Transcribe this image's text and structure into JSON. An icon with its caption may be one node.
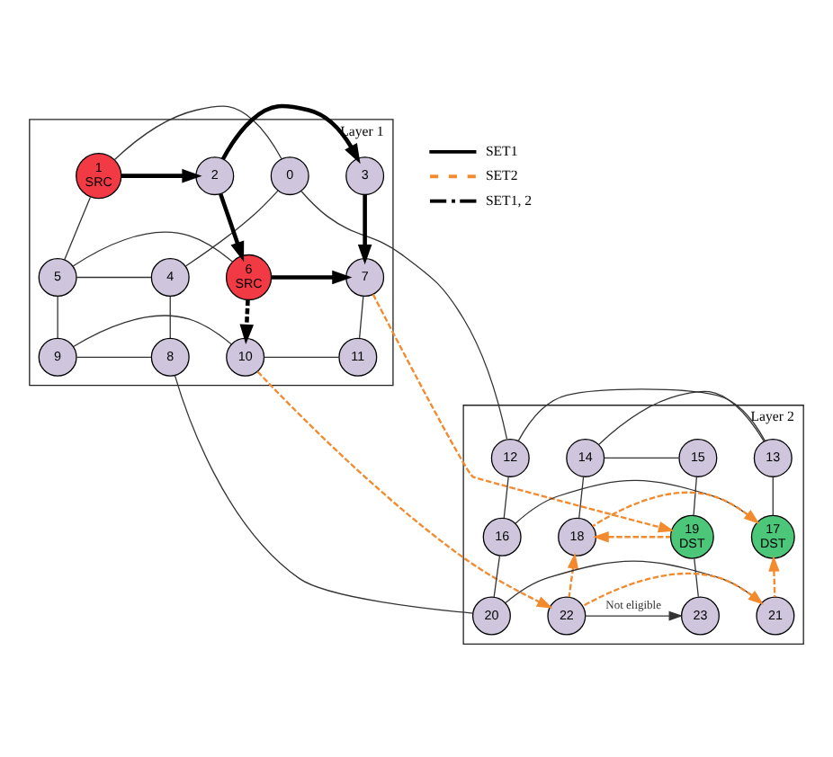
{
  "diagram": {
    "nodes": [
      {
        "text": [
          "Layer 1"
        ]
      },
      {
        "text": [
          "0"
        ],
        "in": 0
      },
      {
        "text": [
          "1",
          "SRC"
        ],
        "in": 0
      },
      {
        "text": [
          "2"
        ],
        "in": 0
      },
      {
        "text": [
          "3"
        ],
        "in": 0
      },
      {
        "text": [
          "4"
        ],
        "in": 0
      },
      {
        "text": [
          "5"
        ],
        "in": 0
      },
      {
        "text": [
          "6",
          "SRC"
        ],
        "in": 0
      },
      {
        "text": [
          "7"
        ],
        "in": 0
      },
      {
        "text": [
          "8"
        ],
        "in": 0
      },
      {
        "text": [
          "9"
        ],
        "in": 0
      },
      {
        "text": [
          "10"
        ],
        "in": 0
      },
      {
        "text": [
          "11"
        ],
        "in": 0
      },
      {
        "text": [
          "Layer 2"
        ]
      },
      {
        "text": [
          "12"
        ],
        "in": 13
      },
      {
        "text": [
          "13"
        ],
        "in": 13
      },
      {
        "text": [
          "14"
        ],
        "in": 13
      },
      {
        "text": [
          "15"
        ],
        "in": 13
      },
      {
        "text": [
          "16"
        ],
        "in": 13
      },
      {
        "text": [
          "17",
          "DST"
        ],
        "in": 13
      },
      {
        "text": [
          "18"
        ],
        "in": 13
      },
      {
        "text": [
          "19",
          "DST"
        ],
        "in": 13
      },
      {
        "text": [
          "20"
        ],
        "in": 13
      },
      {
        "text": [
          "21"
        ],
        "in": 13
      },
      {
        "text": [
          "22"
        ],
        "in": 13
      },
      {
        "text": [
          "23"
        ],
        "in": 13
      }
    ],
    "edges": [
      {
        "from": 1,
        "to": 2,
        "arrow": "none"
      },
      {
        "from": 2,
        "to": 3,
        "arrow": "to",
        "style": "thick"
      },
      {
        "from": 3,
        "to": 4,
        "arrow": "to",
        "style": "thick"
      },
      {
        "from": 1,
        "to": 5,
        "arrow": "none"
      },
      {
        "from": 2,
        "to": 6,
        "arrow": "none"
      },
      {
        "from": 3,
        "to": 7,
        "arrow": "to",
        "style": "thick"
      },
      {
        "from": 4,
        "to": 8,
        "arrow": "to",
        "style": "thick"
      },
      {
        "from": 5,
        "to": 6,
        "arrow": "none"
      },
      {
        "from": 6,
        "to": 7,
        "arrow": "none"
      },
      {
        "from": 7,
        "to": 8,
        "arrow": "to",
        "style": "thick"
      },
      {
        "from": 5,
        "to": 9,
        "arrow": "none"
      },
      {
        "from": 6,
        "to": 10,
        "arrow": "none"
      },
      {
        "from": 7,
        "to": 11,
        "arrow": "to",
        "style": "dashed"
      },
      {
        "from": 8,
        "to": 12,
        "arrow": "none"
      },
      {
        "from": 9,
        "to": 10,
        "arrow": "none"
      },
      {
        "from": 10,
        "to": 11,
        "arrow": "none"
      },
      {
        "from": 11,
        "to": 12,
        "arrow": "none"
      },
      {
        "from": 1,
        "to": 14,
        "arrow": "none"
      },
      {
        "from": 9,
        "to": 22,
        "arrow": "none"
      },
      {
        "from": 11,
        "to": 24,
        "arrow": "to",
        "style": "dashed",
        "color": "#f28a2e"
      },
      {
        "from": 8,
        "to": 21,
        "arrow": "to",
        "style": "dashed",
        "color": "#f28a2e"
      },
      {
        "from": 14,
        "to": 15,
        "arrow": "none"
      },
      {
        "from": 15,
        "to": 16,
        "arrow": "none"
      },
      {
        "from": 16,
        "to": 17,
        "arrow": "none"
      },
      {
        "from": 14,
        "to": 18,
        "arrow": "none"
      },
      {
        "from": 15,
        "to": 19,
        "arrow": "none"
      },
      {
        "from": 16,
        "to": 20,
        "arrow": "none"
      },
      {
        "from": 17,
        "to": 21,
        "arrow": "none"
      },
      {
        "from": 18,
        "to": 19,
        "arrow": "none"
      },
      {
        "from": 20,
        "to": 19,
        "arrow": "to",
        "style": "dashed",
        "color": "#f28a2e"
      },
      {
        "from": 21,
        "to": 20,
        "arrow": "to",
        "style": "dashed",
        "color": "#f28a2e"
      },
      {
        "from": 18,
        "to": 22,
        "arrow": "none"
      },
      {
        "from": 23,
        "to": 19,
        "arrow": "to",
        "style": "dashed",
        "color": "#f28a2e"
      },
      {
        "from": 24,
        "to": 20,
        "arrow": "to",
        "style": "dashed",
        "color": "#f28a2e"
      },
      {
        "from": 21,
        "to": 25,
        "arrow": "none"
      },
      {
        "from": 22,
        "to": 23,
        "arrow": "none"
      },
      {
        "from": 24,
        "to": 23,
        "arrow": "to",
        "style": "dashed",
        "color": "#f28a2e"
      },
      {
        "from": 24,
        "to": 25,
        "label": "Not eligible",
        "arrow": "to"
      }
    ],
    "legend": [
      {
        "text": "SET1"
      },
      {
        "text": "SET2"
      },
      {
        "text": "SET1, 2"
      }
    ]
  }
}
